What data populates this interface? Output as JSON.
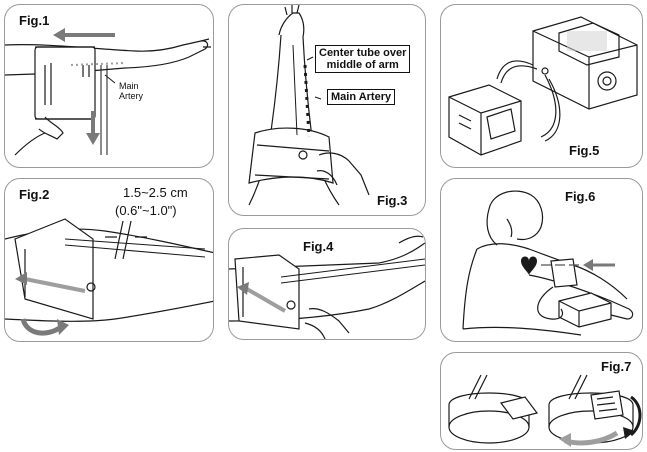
{
  "figures": {
    "fig1": {
      "label": "Fig.1",
      "artery_label": "Main\nArtery"
    },
    "fig2": {
      "label": "Fig.2",
      "dimension_cm": "1.5~2.5 cm",
      "dimension_in": "(0.6\"~1.0\")"
    },
    "fig3": {
      "label": "Fig.3",
      "callout_center": "Center tube over\nmiddle of arm",
      "callout_artery": "Main Artery"
    },
    "fig4": {
      "label": "Fig.4"
    },
    "fig5": {
      "label": "Fig.5"
    },
    "fig6": {
      "label": "Fig.6"
    },
    "fig7": {
      "label": "Fig.7"
    }
  },
  "colors": {
    "stroke": "#1a1a1a",
    "cuff_gray": "#9e9e9e",
    "arrow_gray": "#7a7a7a",
    "panel_border": "#9a9a9a"
  }
}
